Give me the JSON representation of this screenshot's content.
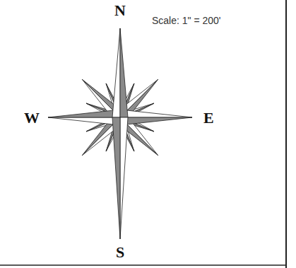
{
  "diagram": {
    "labels": [
      "Scale: 1\" = 200'",
      "N",
      "E",
      "S",
      "W"
    ]
  }
}
